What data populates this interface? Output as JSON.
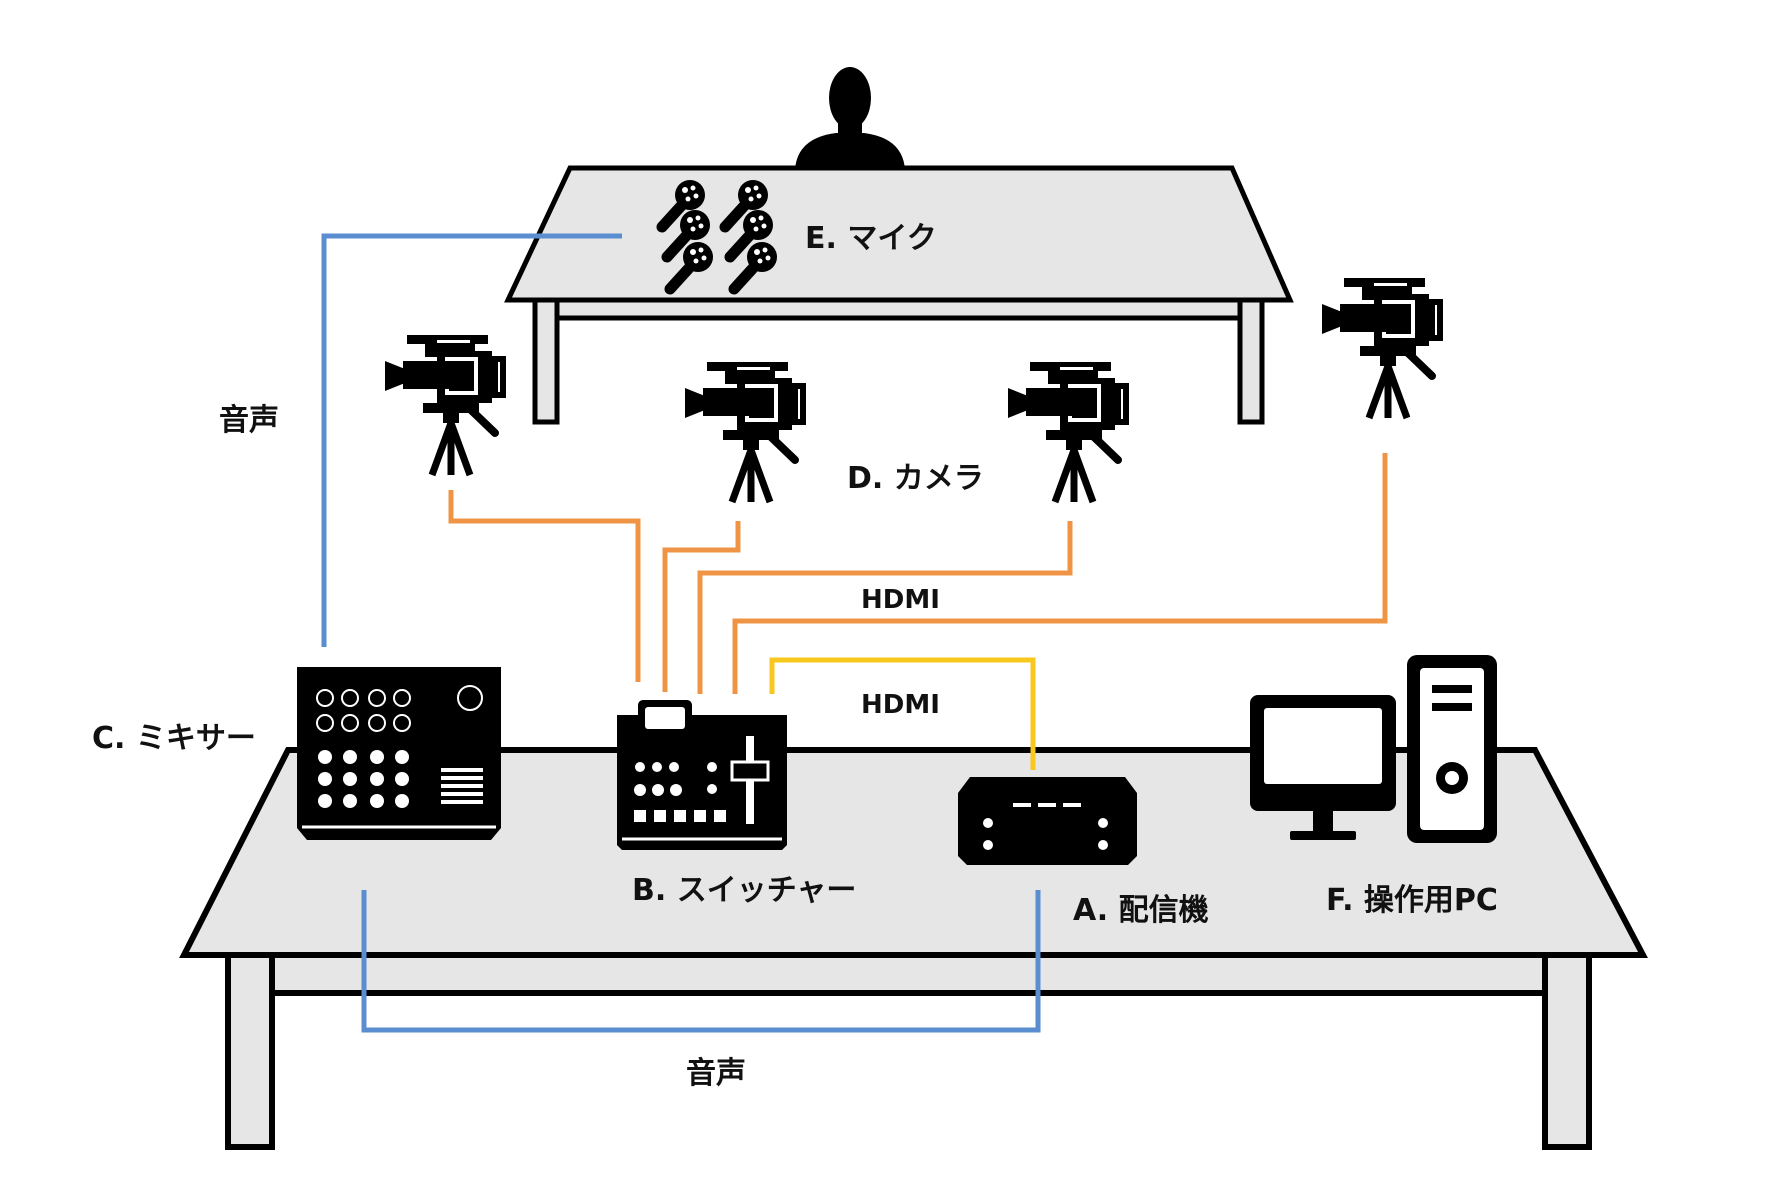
{
  "labels": {
    "mic": "E. マイク",
    "camera": "D. カメラ",
    "mixer": "C. ミキサー",
    "switcher": "B. スイッチャー",
    "encoder": "A. 配信機",
    "pc": "F. 操作用PC",
    "audio_top": "音声",
    "audio_bottom": "音声",
    "hdmi_cameras": "HDMI",
    "hdmi_output": "HDMI"
  },
  "colors": {
    "audio_line": "#5b8ed0",
    "camera_hdmi_line": "#ee9444",
    "output_hdmi_line": "#f8c81e",
    "table_fill": "#e6e6e6",
    "device": "#000000"
  },
  "icons": [
    "person-icon",
    "microphone-icon",
    "video-camera-icon",
    "audio-mixer-icon",
    "video-switcher-icon",
    "streaming-encoder-icon",
    "monitor-icon",
    "pc-tower-icon"
  ]
}
